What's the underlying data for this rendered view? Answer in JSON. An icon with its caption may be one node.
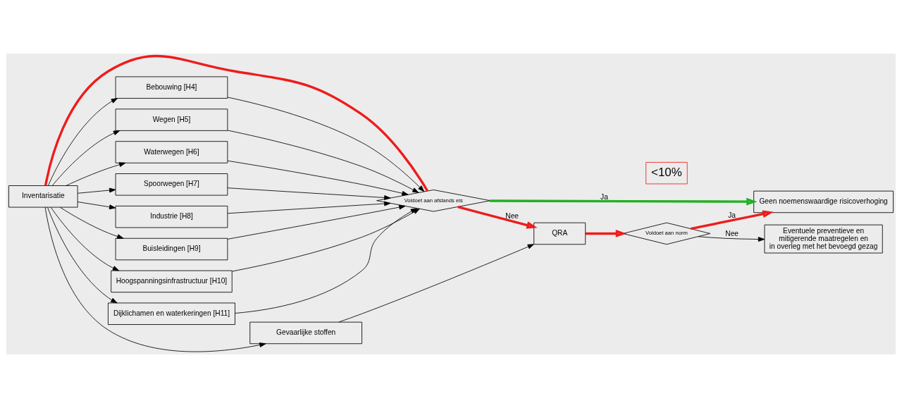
{
  "diagram": {
    "nodes": [
      {
        "text": [
          "Inventarisatie"
        ]
      },
      {
        "text": [
          "Bebouwing [H4]"
        ]
      },
      {
        "text": [
          "Wegen [H5]"
        ]
      },
      {
        "text": [
          "Waterwegen [H6]"
        ]
      },
      {
        "text": [
          "Spoorwegen [H7]"
        ]
      },
      {
        "text": [
          "Industrie [H8]"
        ]
      },
      {
        "text": [
          "Buisleidingen [H9]"
        ]
      },
      {
        "text": [
          "Hoogspanningsinfrastructuur [H10]"
        ]
      },
      {
        "text": [
          "Dijklichamen en waterkeringen [H11]"
        ]
      },
      {
        "text": [
          "Gevaarlijke stoffen"
        ]
      },
      {
        "text": [
          "Voldoet aan afstands eis"
        ]
      },
      {
        "text": [
          "QRA"
        ]
      },
      {
        "text": [
          "Geen noemenswaardige risicoverhoging"
        ]
      },
      {
        "text": [
          "Voldoet aan norm"
        ]
      },
      {
        "text": [
          "Eventuele preventieve en mitigerende maatregelen en in overleg met het bevoegd gezag"
        ]
      },
      {
        "text": [
          "<10%"
        ]
      }
    ],
    "edges": [
      {
        "from": 0,
        "to": 1,
        "arrow": "to"
      },
      {
        "from": 0,
        "to": 2,
        "arrow": "to"
      },
      {
        "from": 0,
        "to": 3,
        "arrow": "to"
      },
      {
        "from": 0,
        "to": 4,
        "arrow": "to"
      },
      {
        "from": 0,
        "to": 5,
        "arrow": "to"
      },
      {
        "from": 0,
        "to": 6,
        "arrow": "to"
      },
      {
        "from": 0,
        "to": 7,
        "arrow": "to"
      },
      {
        "from": 0,
        "to": 8,
        "arrow": "to"
      },
      {
        "from": 0,
        "to": 9,
        "arrow": "to"
      },
      {
        "from": 1,
        "to": 10,
        "arrow": "to"
      },
      {
        "from": 2,
        "to": 10,
        "arrow": "to"
      },
      {
        "from": 3,
        "to": 10,
        "arrow": "to"
      },
      {
        "from": 4,
        "to": 10,
        "arrow": "to"
      },
      {
        "from": 5,
        "to": 10,
        "arrow": "to"
      },
      {
        "from": 6,
        "to": 10,
        "arrow": "to"
      },
      {
        "from": 7,
        "to": 10,
        "arrow": "to"
      },
      {
        "from": 8,
        "to": 10,
        "arrow": "to"
      },
      {
        "from": 9,
        "to": 11,
        "arrow": "to"
      },
      {
        "from": 0,
        "to": 10,
        "arrow": "none",
        "style": "thick",
        "color": "#ee1c1c"
      },
      {
        "from": 10,
        "to": 12,
        "arrow": "to",
        "label": "Ja",
        "style": "thick",
        "color": "#22b022"
      },
      {
        "from": 10,
        "to": 11,
        "arrow": "to",
        "label": "Nee",
        "style": "thick",
        "color": "#ee1c1c"
      },
      {
        "from": 11,
        "to": 13,
        "arrow": "to",
        "style": "thick",
        "color": "#ee1c1c"
      },
      {
        "from": 13,
        "to": 12,
        "arrow": "to",
        "label": "Ja",
        "style": "thick",
        "color": "#ee1c1c"
      },
      {
        "from": 13,
        "to": 14,
        "arrow": "to",
        "label": "Nee"
      }
    ]
  }
}
